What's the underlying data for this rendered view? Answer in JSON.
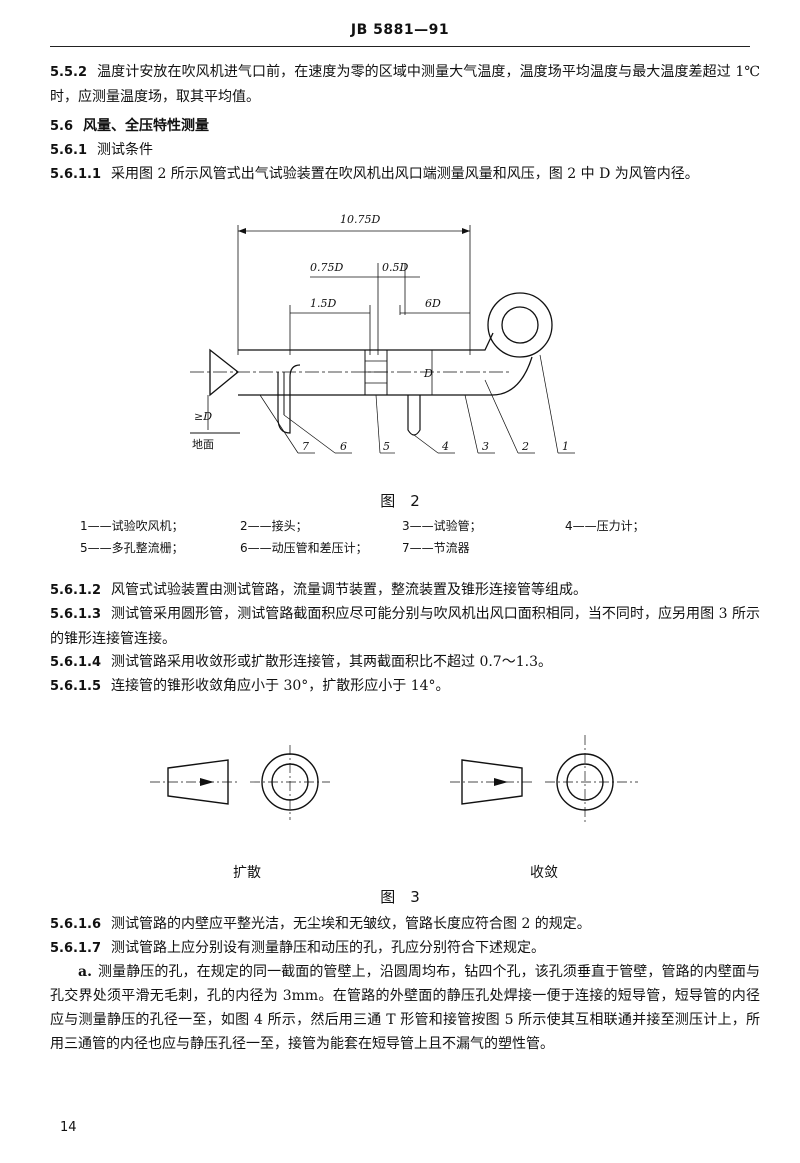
{
  "header": {
    "standard": "JB 5881—91"
  },
  "paragraphs": {
    "p552": {
      "no": "5.5.2",
      "text": "温度计安放在吹风机进气口前，在速度为零的区域中测量大气温度，温度场平均温度与最大温度差超过 1℃时，应测量温度场，取其平均值。"
    },
    "p56": {
      "no": "5.6",
      "text": "风量、全压特性测量"
    },
    "p561": {
      "no": "5.6.1",
      "text": "测试条件"
    },
    "p5611": {
      "no": "5.6.1.1",
      "text": "采用图 2 所示风管式出气试验装置在吹风机出风口端测量风量和风压，图 2 中 D 为风管内径。"
    },
    "p5612": {
      "no": "5.6.1.2",
      "text": "风管式试验装置由测试管路，流量调节装置，整流装置及锥形连接管等组成。"
    },
    "p5613": {
      "no": "5.6.1.3",
      "text": "测试管采用圆形管，测试管路截面积应尽可能分别与吹风机出风口面积相同，当不同时，应另用图 3 所示的锥形连接管连接。"
    },
    "p5614": {
      "no": "5.6.1.4",
      "text": "测试管路采用收敛形或扩散形连接管，其两截面积比不超过 0.7～1.3。"
    },
    "p5615": {
      "no": "5.6.1.5",
      "text": "连接管的锥形收敛角应小于 30°，扩散形应小于 14°。"
    },
    "p5616": {
      "no": "5.6.1.6",
      "text": "测试管路的内壁应平整光洁，无尘埃和无皱纹，管路长度应符合图 2 的规定。"
    },
    "p5617": {
      "no": "5.6.1.7",
      "text": "测试管路上应分别设有测量静压和动压的孔，孔应分别符合下述规定。"
    },
    "pa": {
      "item": "a.",
      "text": "测量静压的孔，在规定的同一截面的管壁上，沿圆周均布，钻四个孔，该孔须垂直于管壁，管路的内壁面与孔交界处须平滑无毛刺，孔的内径为 3mm。在管路的外壁面的静压孔处焊接一便于连接的短导管，短导管的内径应与测量静压的孔径一至，如图 4 所示，然后用三通 T 形管和接管按图 5 所示使其互相联通并接至测压计上，所用三通管的内径也应与静压孔径一至，接管为能套在短导管上且不漏气的塑性管。"
    }
  },
  "figure2": {
    "caption": "图　2",
    "dims": {
      "total": "10.75D",
      "d075": "0.75D",
      "d05": "0.5D",
      "d15": "1.5D",
      "d6": "6D",
      "dia": "D",
      "ground_h": "≥D"
    },
    "ground_label": "地面",
    "leaders": [
      "7",
      "6",
      "5",
      "4",
      "3",
      "2",
      "1"
    ],
    "legend": [
      {
        "num": "1",
        "name": "试验吹风机；"
      },
      {
        "num": "2",
        "name": "接头；"
      },
      {
        "num": "3",
        "name": "试验管；"
      },
      {
        "num": "4",
        "name": "压力计；"
      },
      {
        "num": "5",
        "name": "多孔整流栅；"
      },
      {
        "num": "6",
        "name": "动压管和差压计；"
      },
      {
        "num": "7",
        "name": "节流器"
      }
    ]
  },
  "figure3": {
    "caption": "图　3",
    "left_label": "扩散",
    "right_label": "收敛"
  },
  "page_number": "14"
}
